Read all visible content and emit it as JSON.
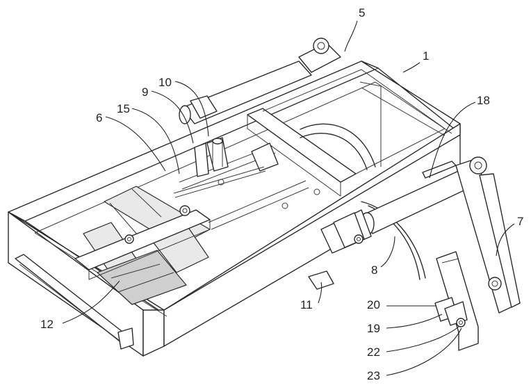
{
  "callouts": [
    {
      "id": "c5",
      "text": "5"
    },
    {
      "id": "c1",
      "text": "1"
    },
    {
      "id": "c10",
      "text": "10"
    },
    {
      "id": "c9",
      "text": "9"
    },
    {
      "id": "c15",
      "text": "15"
    },
    {
      "id": "c6",
      "text": "6"
    },
    {
      "id": "c18",
      "text": "18"
    },
    {
      "id": "c7",
      "text": "7"
    },
    {
      "id": "c8",
      "text": "8"
    },
    {
      "id": "c11",
      "text": "11"
    },
    {
      "id": "c12",
      "text": "12"
    },
    {
      "id": "c20",
      "text": "20"
    },
    {
      "id": "c19",
      "text": "19"
    },
    {
      "id": "c22",
      "text": "22"
    },
    {
      "id": "c23",
      "text": "23"
    }
  ]
}
